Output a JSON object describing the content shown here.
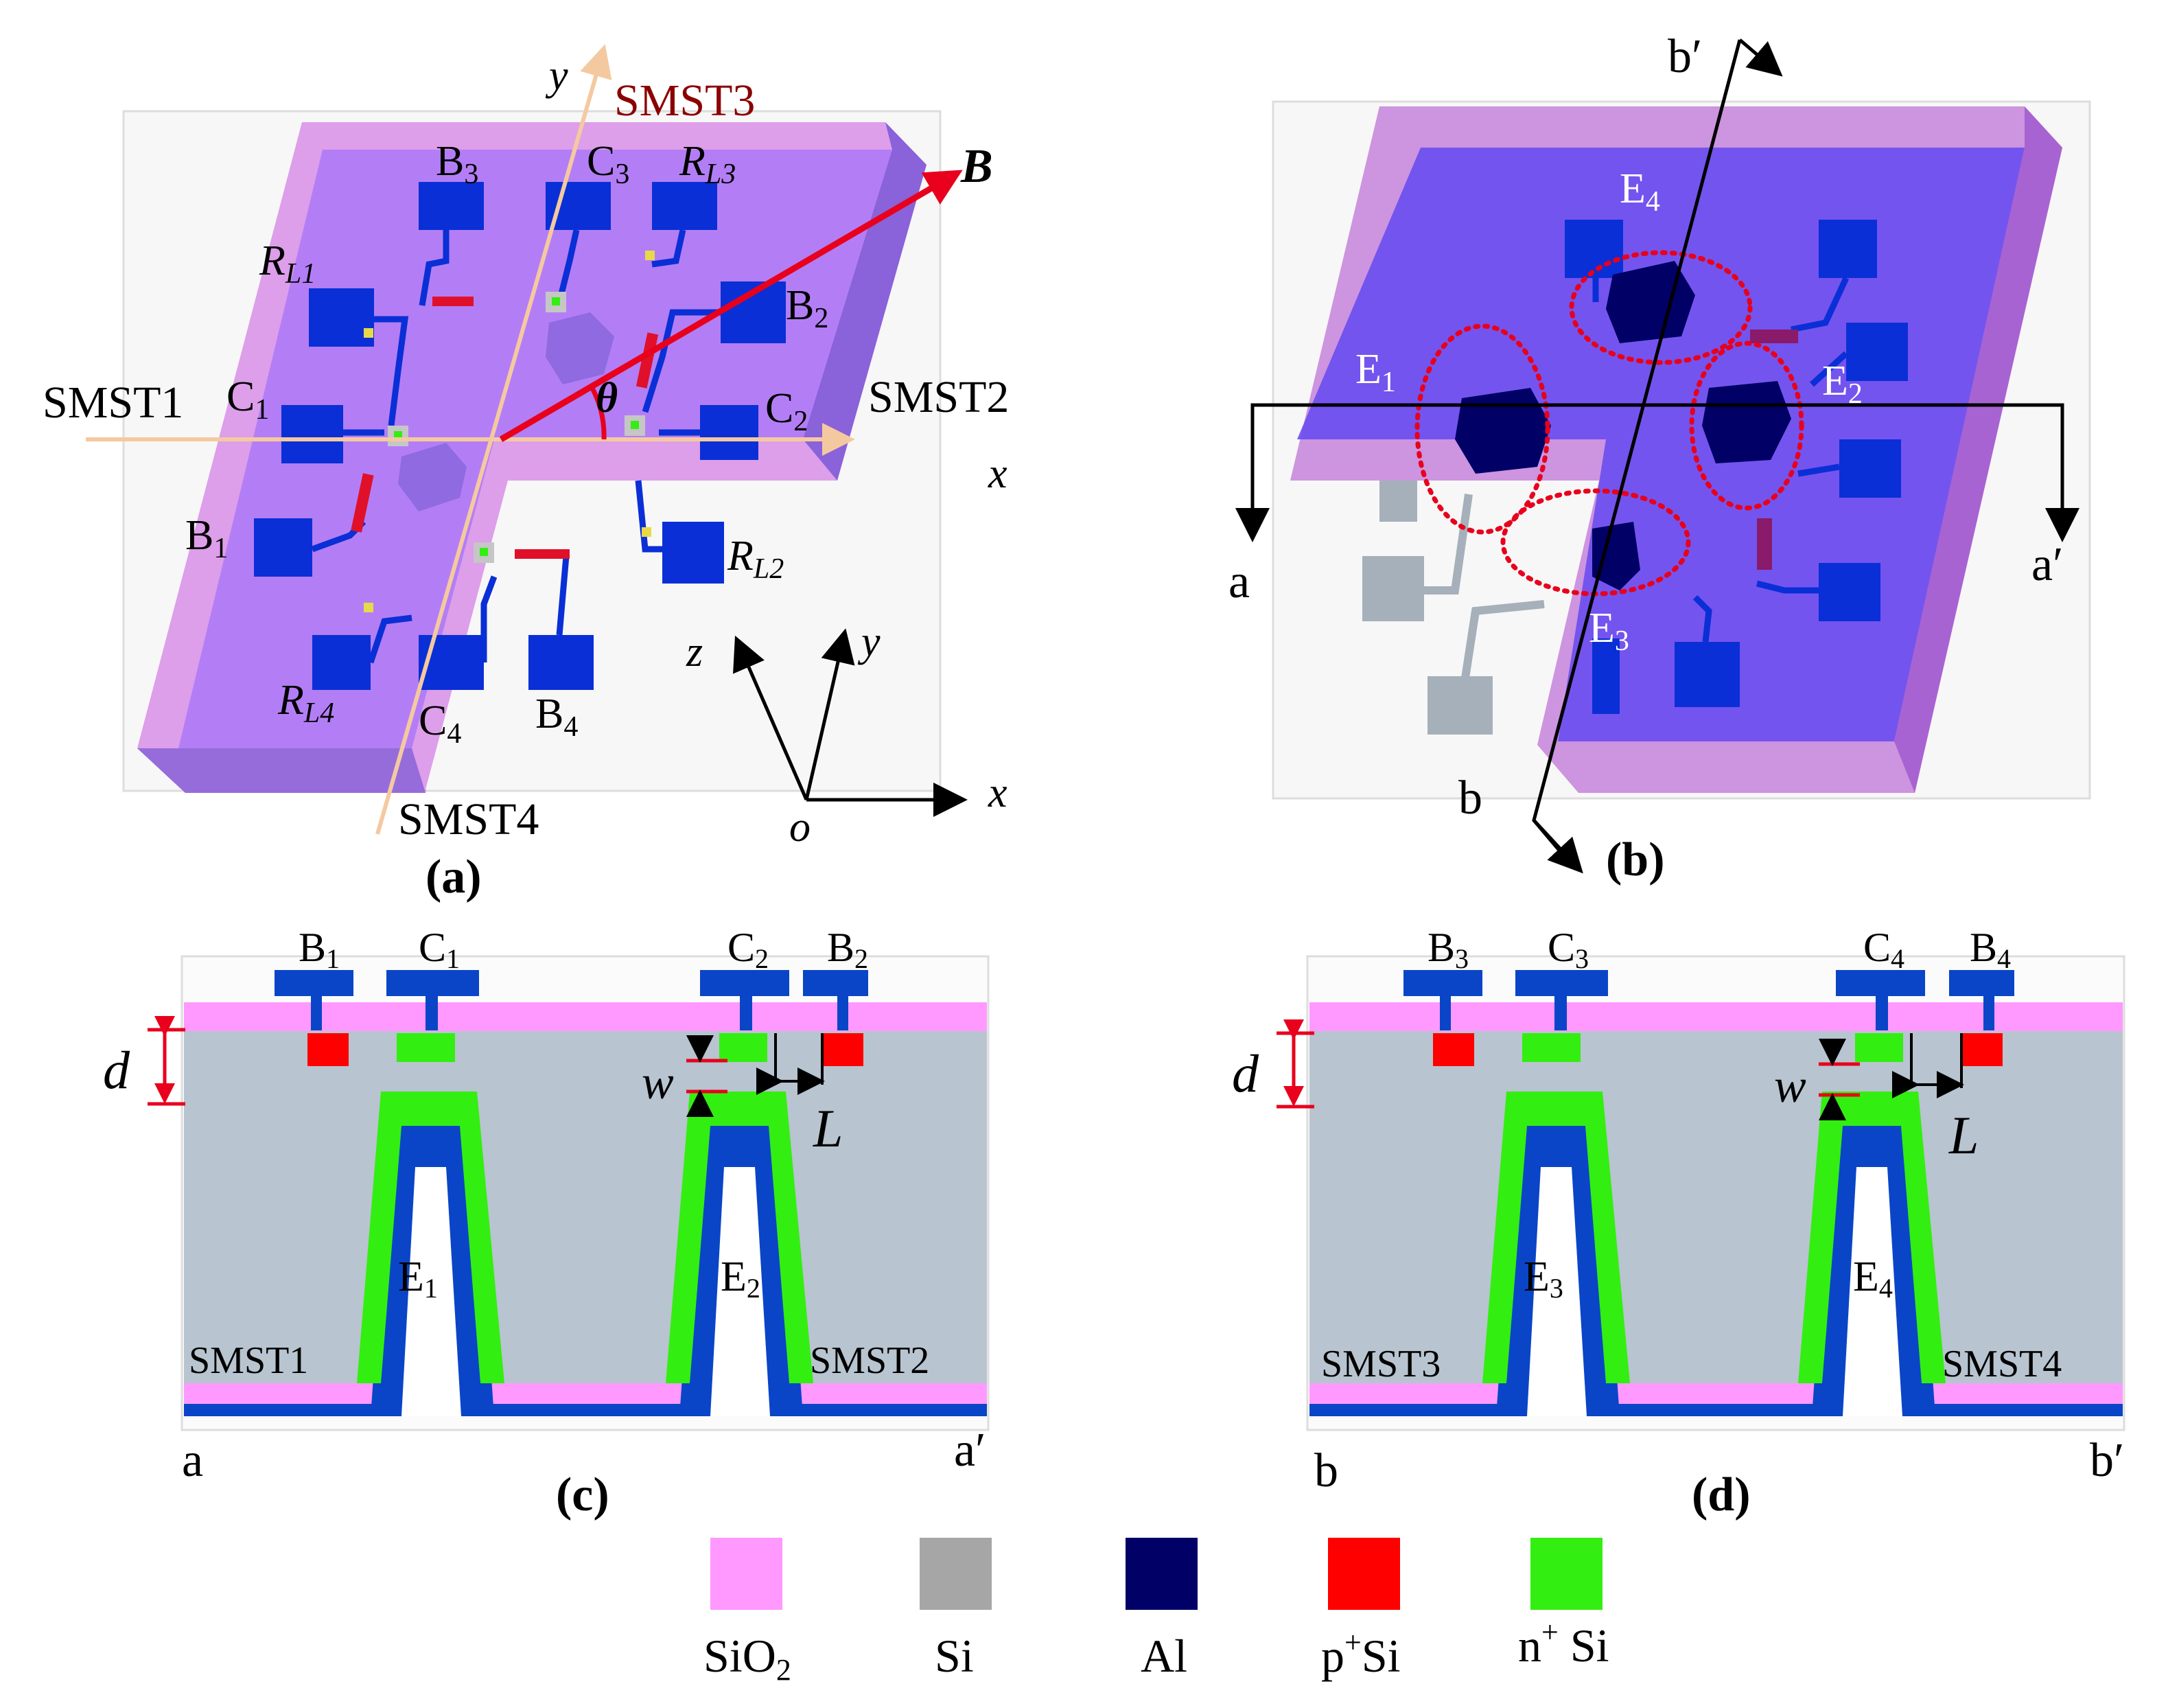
{
  "panel_a": {
    "caption": "(a)",
    "axis_x": "x",
    "axis_y": "y",
    "sensors": [
      "SMST1",
      "SMST2",
      "SMST3",
      "SMST4"
    ],
    "base_labels": [
      "B",
      "B",
      "B",
      "B"
    ],
    "base_subs": [
      "1",
      "2",
      "3",
      "4"
    ],
    "collector_labels": [
      "C",
      "C",
      "C",
      "C"
    ],
    "collector_subs": [
      "1",
      "2",
      "3",
      "4"
    ],
    "load_label": "R",
    "load_subs": [
      "L1",
      "L2",
      "L3",
      "L4"
    ],
    "field_label": "B",
    "angle_label": "θ",
    "coord_x": "x",
    "coord_y": "y",
    "coord_z": "z",
    "coord_o": "o"
  },
  "panel_b": {
    "caption": "(b)",
    "emitter_label": "E",
    "emitter_subs": [
      "1",
      "2",
      "3",
      "4"
    ],
    "cut_a": "a",
    "cut_a_prime": "a′",
    "cut_b": "b",
    "cut_b_prime": "b′"
  },
  "panel_c": {
    "caption": "(c)",
    "left_end": "a",
    "right_end": "a′",
    "sensor_left": "SMST1",
    "sensor_right": "SMST2",
    "terminals": [
      "B",
      "C",
      "C",
      "B"
    ],
    "terminal_subs": [
      "1",
      "1",
      "2",
      "2"
    ],
    "emitters": [
      "E",
      "E"
    ],
    "emitter_subs": [
      "1",
      "2"
    ],
    "dim_d": "d",
    "dim_w": "w",
    "dim_L": "L"
  },
  "panel_d": {
    "caption": "(d)",
    "left_end": "b",
    "right_end": "b′",
    "sensor_left": "SMST3",
    "sensor_right": "SMST4",
    "terminals": [
      "B",
      "C",
      "C",
      "B"
    ],
    "terminal_subs": [
      "3",
      "3",
      "4",
      "4"
    ],
    "emitters": [
      "E",
      "E"
    ],
    "emitter_subs": [
      "3",
      "4"
    ],
    "dim_d": "d",
    "dim_w": "w",
    "dim_L": "L"
  },
  "legend": [
    {
      "label": "SiO",
      "sub": "2",
      "sup": "",
      "tail": "",
      "color": "#ff99ff"
    },
    {
      "label": "Si",
      "sub": "",
      "sup": "",
      "tail": "",
      "color": "#a6a6a6"
    },
    {
      "label": "Al",
      "sub": "",
      "sup": "",
      "tail": "",
      "color": "#000066"
    },
    {
      "label": "p",
      "sub": "",
      "sup": "+",
      "tail": "Si",
      "color": "#ff0000"
    },
    {
      "label": "n",
      "sub": "",
      "sup": "+",
      "tail": " Si",
      "color": "#33ee11"
    }
  ],
  "colors": {
    "sio2": "#ff99ff",
    "si": "#b8c4cf",
    "al_pad": "#0a2fd6",
    "al_dark": "#000066",
    "p_plus": "#ff0000",
    "n_plus": "#33ee11",
    "chip_top_a": "#b07cf5",
    "chip_frame_a": "#d88ee8",
    "chip_top_b": "#6a4df0",
    "sensor_line": "#f5c9a0",
    "field_vector": "#e8001c",
    "sensor_text": "#a0141e"
  }
}
